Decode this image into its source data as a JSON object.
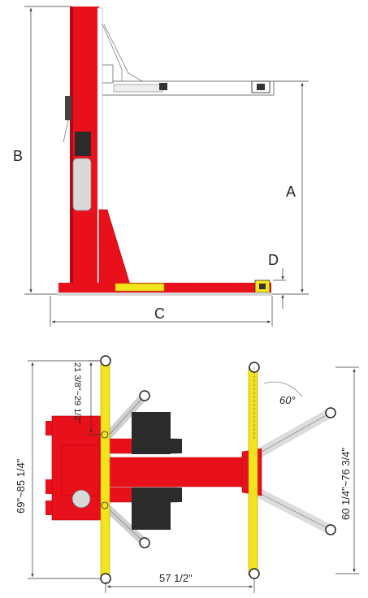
{
  "labels": {
    "A": "A",
    "B": "B",
    "C": "C",
    "D": "D",
    "angle": "60°",
    "width_range": "69\"~85 1/4\"",
    "arm_range": "60 1/4\"~76 3/4\"",
    "span": "57 1/2\"",
    "small_range": "21 3/8\"~29 1/2\""
  },
  "colors": {
    "red": "#e8101a",
    "dark_red": "#b50a12",
    "yellow": "#f3e31a",
    "grey": "#8e8e8e",
    "light_grey": "#d9d9d9",
    "black": "#2b2b2b"
  }
}
